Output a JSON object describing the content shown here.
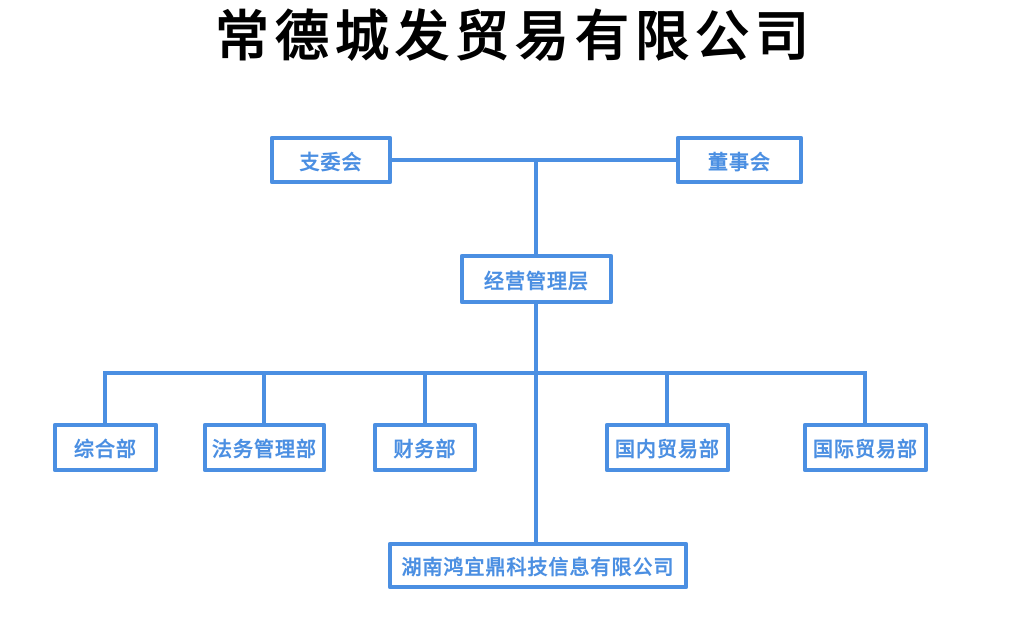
{
  "title": "常德城发贸易有限公司",
  "colors": {
    "accent_blue": "#4B8FE2",
    "title_text": "#000000",
    "background": "#FFFFFF"
  },
  "org_chart": {
    "type": "org-chart",
    "nodes": [
      {
        "id": "committee",
        "label": "支委会"
      },
      {
        "id": "board",
        "label": "董事会"
      },
      {
        "id": "management",
        "label": "经营管理层"
      },
      {
        "id": "general_affairs",
        "label": "综合部"
      },
      {
        "id": "legal_management",
        "label": "法务管理部"
      },
      {
        "id": "finance",
        "label": "财务部"
      },
      {
        "id": "domestic_trade",
        "label": "国内贸易部"
      },
      {
        "id": "international_trade",
        "label": "国际贸易部"
      },
      {
        "id": "subsidiary",
        "label": "湖南鸿宜鼎科技信息有限公司"
      }
    ],
    "edges": [
      [
        "committee",
        "management"
      ],
      [
        "board",
        "management"
      ],
      [
        "management",
        "general_affairs"
      ],
      [
        "management",
        "legal_management"
      ],
      [
        "management",
        "finance"
      ],
      [
        "management",
        "domestic_trade"
      ],
      [
        "management",
        "international_trade"
      ],
      [
        "management",
        "subsidiary"
      ]
    ]
  }
}
